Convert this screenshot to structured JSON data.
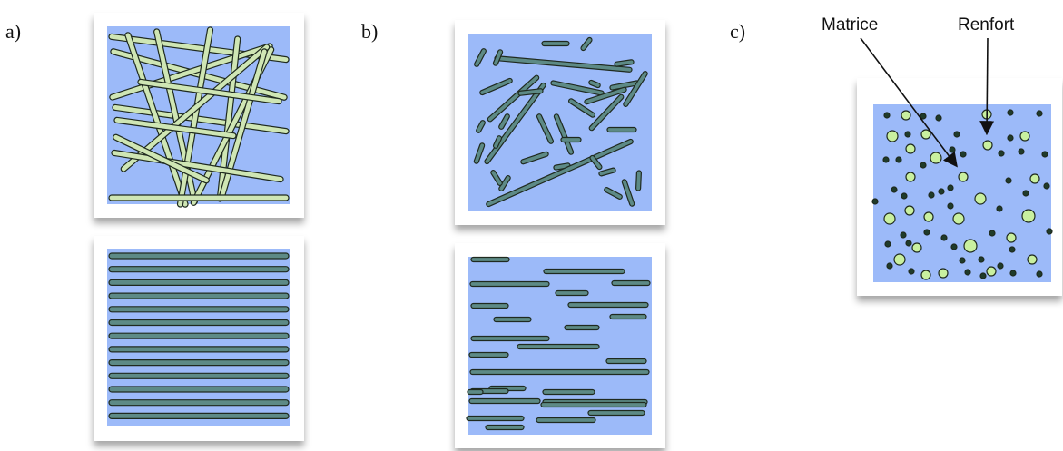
{
  "panels": {
    "a": {
      "label": "a)"
    },
    "b": {
      "label": "b)"
    },
    "c": {
      "label": "c)",
      "matrix_label": "Matrice",
      "reinforcement_label": "Renfort"
    }
  },
  "colors": {
    "matrix": "#9cbaf9",
    "long_fiber": "#cfe6b4",
    "short_fiber": "#5d8a86",
    "particle": "#c9f09f",
    "outline": "#1f2a1f"
  }
}
